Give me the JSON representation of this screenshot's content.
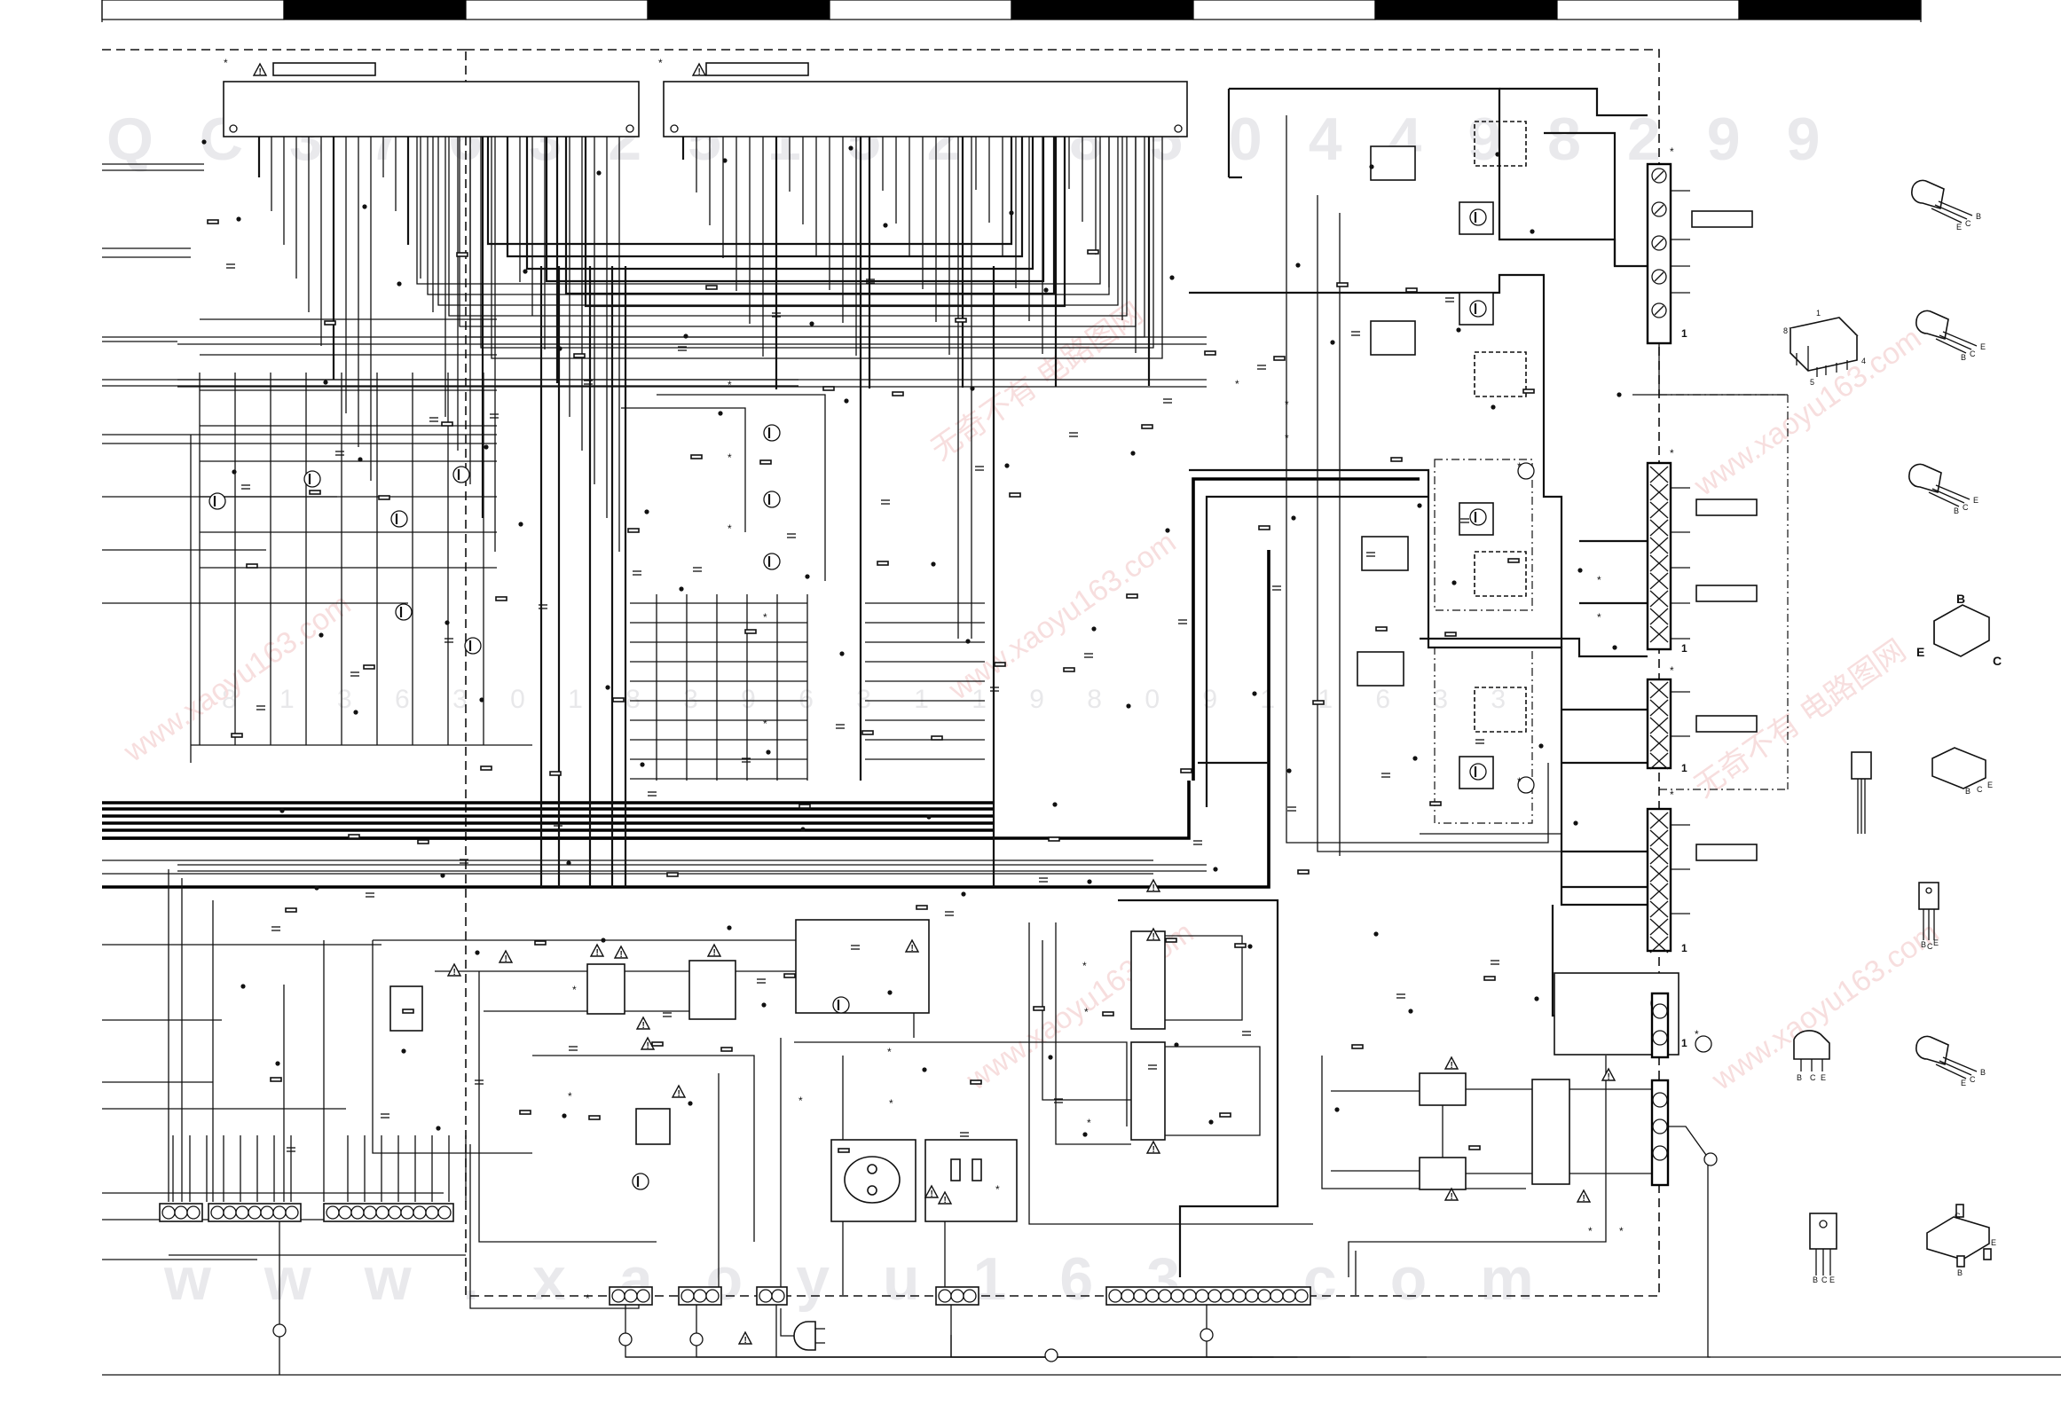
{
  "title_strip": {
    "segments": 10,
    "colors": [
      "#ffffff",
      "#000000"
    ]
  },
  "watermarks": {
    "top_code": "QC376325152  8504498299",
    "mid_code": "8 1 3 6  3 0 1 8   3 9 6 3 1 1 9 8 0 9 1 1 6 3 3",
    "bottom_url": "www.xaoyu163.com",
    "diagonal_site": "www.xaoyu163.com",
    "diagonal_cn": "无奇不有 电路图网"
  },
  "transistor_packages": [
    {
      "name": "to92-a",
      "pins": [
        "E",
        "C",
        "B"
      ]
    },
    {
      "name": "to92-b",
      "pins": [
        "B",
        "C",
        "E"
      ]
    },
    {
      "name": "to92-c",
      "pins": [
        "B",
        "C",
        "E"
      ]
    },
    {
      "name": "mini-mold",
      "pins": [
        "B",
        "E",
        "C"
      ]
    },
    {
      "name": "dpak",
      "pins": [
        "B",
        "C",
        "E"
      ]
    },
    {
      "name": "to220",
      "pins": [
        "B",
        "C",
        "E"
      ]
    },
    {
      "name": "power-mold",
      "pins": [
        "B",
        "C",
        "E"
      ]
    },
    {
      "name": "to92-d",
      "pins": [
        "E",
        "C",
        "B"
      ]
    },
    {
      "name": "to3p",
      "pins": [
        "B",
        "C",
        "E"
      ]
    },
    {
      "name": "chip",
      "pins": [
        "C",
        "B",
        "E"
      ]
    }
  ],
  "dip_labels": {
    "pin1": "1",
    "pin8": "8",
    "pin4": "4",
    "pin5": "5"
  },
  "marks": {
    "star": "*",
    "warning": "!",
    "ground": "1"
  }
}
